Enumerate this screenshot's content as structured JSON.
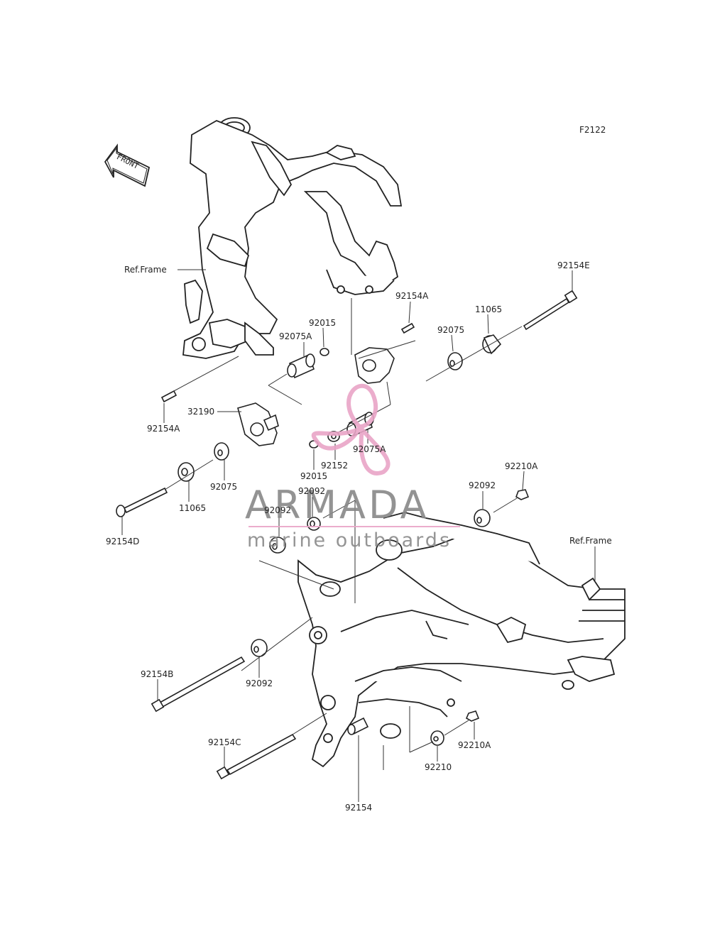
{
  "diagram_code": "F2122",
  "front_arrow": "FRONT",
  "watermark": {
    "brand": "ARMADA",
    "tagline": "marine outboards",
    "accent_color": "#e9a5c7"
  },
  "labels": {
    "ref_frame_top": "Ref.Frame",
    "ref_frame_right": "Ref.Frame",
    "p92154E": "92154E",
    "p92154A_top": "92154A",
    "p11065_top": "11065",
    "p92075_top": "92075",
    "p92015_top": "92015",
    "p92075A_top": "92075A",
    "p32190": "32190",
    "p92154A_left": "92154A",
    "p92075A_mid": "92075A",
    "p92152": "92152",
    "p92015_mid": "92015",
    "p92075_left": "92075",
    "p11065_left": "11065",
    "p92154D": "92154D",
    "p92092_a": "92092",
    "p92092_b": "92092",
    "p92092_c": "92092",
    "p92210A_top": "92210A",
    "p92154B": "92154B",
    "p92092_low": "92092",
    "p92154C": "92154C",
    "p92210A_low": "92210A",
    "p92210": "92210",
    "p92154": "92154"
  }
}
